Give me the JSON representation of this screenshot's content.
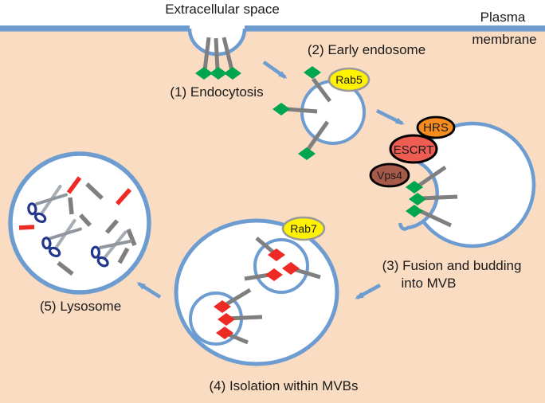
{
  "labels": {
    "extracellular": "Extracellular space",
    "plasma_line1": "Plasma",
    "plasma_line2": "membrane",
    "step1": "(1) Endocytosis",
    "step2": "(2) Early endosome",
    "step3_line1": "(3) Fusion and budding",
    "step3_line2": "into MVB",
    "step4": "(4) Isolation within MVBs",
    "step5": "(5) Lysosome"
  },
  "proteins": {
    "rab5": "Rab5",
    "rab7": "Rab7",
    "hrs": "HRS",
    "escrt": "ESCRT",
    "vps4": "Vps4"
  },
  "colors": {
    "extracellular_bg": "#FFFFFF",
    "cytoplasm_bg": "#FADCC2",
    "membrane_blue": "#6D9CD1",
    "receptor_green": "#00A550",
    "cargo_red": "#EE2A24",
    "tail_gray": "#7F7F7F",
    "rab_yellow": "#FFF200",
    "rab_outline_gray": "#999999",
    "hrs_orange": "#F68B1F",
    "escrt_red": "#EE5D52",
    "vps4_brown": "#A85A4A",
    "scissors_handle_blue": "#23368C",
    "scissors_blade_gray": "#9AA0A8",
    "label_black": "#1A1A1A"
  }
}
